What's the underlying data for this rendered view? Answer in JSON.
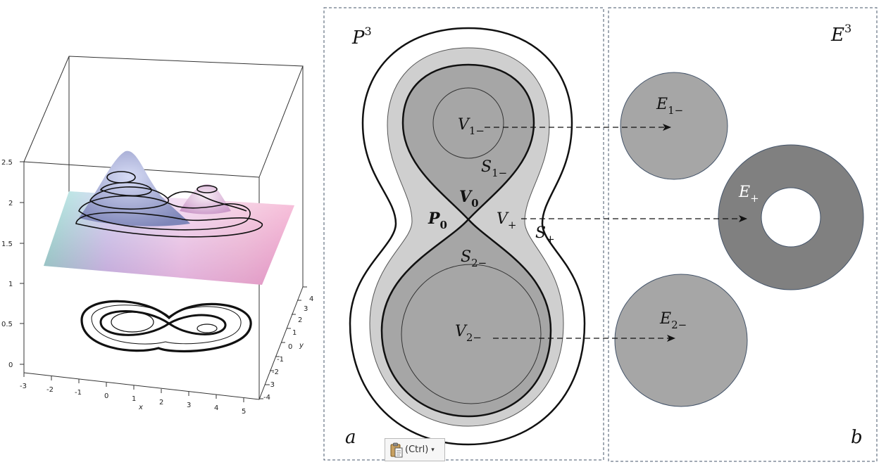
{
  "left_plot": {
    "z_ticks": [
      "2.5",
      "2",
      "1.5",
      "1",
      "0.5",
      "0"
    ],
    "x_ticks": [
      "-3",
      "-2",
      "-1",
      "0",
      "1",
      "2",
      "3",
      "4",
      "5"
    ],
    "y_ticks": [
      "4",
      "3",
      "2",
      "1",
      "0",
      "-1",
      "-2",
      "-3",
      "-4"
    ],
    "x_label": "x",
    "y_label": "y"
  },
  "panel_a": {
    "title": "P",
    "title_sup": "3",
    "corner_label": "a",
    "V1": {
      "base": "V",
      "sub": "1−"
    },
    "S1": {
      "base": "S",
      "sub": "1−"
    },
    "V0": {
      "base": "V",
      "sub": "0"
    },
    "P0": {
      "base": "P",
      "sub": "0"
    },
    "Vp": {
      "base": "V",
      "sub": "+"
    },
    "Sp": {
      "base": "S",
      "sub": "+"
    },
    "S2": {
      "base": "S",
      "sub": "2−"
    },
    "V2": {
      "base": "V",
      "sub": "2−"
    }
  },
  "panel_b": {
    "title": "E",
    "title_sup": "3",
    "corner_label": "b",
    "E1": {
      "base": "E",
      "sub": "1−"
    },
    "Ep": {
      "base": "E",
      "sub": "+"
    },
    "E2": {
      "base": "E",
      "sub": "2−"
    }
  },
  "paste_options": {
    "label": "(Ctrl)",
    "icon": "clipboard-icon",
    "chevron": "▾"
  },
  "colors": {
    "light_gray": "#cfcfcf",
    "mid_gray": "#a6a6a6",
    "dark_gray": "#808080",
    "dash_border": "#44546a"
  }
}
